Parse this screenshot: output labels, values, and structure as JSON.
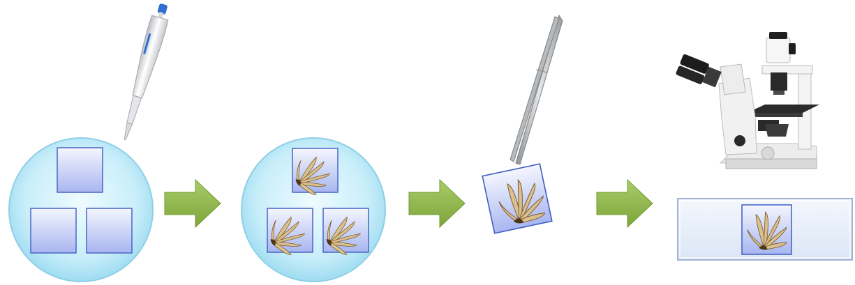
{
  "colors": {
    "dish_fill_light": "#eaf8fd",
    "dish_fill_dark": "#a9e1f3",
    "dish_stroke": "#7cc3dd",
    "square_fill_light": "#eef1fd",
    "square_fill_dark": "#a9b6f1",
    "square_stroke": "#3f5cc2",
    "arrow_light": "#9cc25c",
    "arrow_dark": "#6f9a31",
    "slide_fill": "#e6eef9",
    "slide_stroke": "#9fb2d0",
    "specimen": "#d8bf8c",
    "specimen_dark": "#7a5a2a",
    "metal": "#c4c6c8",
    "pipette_blue": "#2e6fd1",
    "microscope_white": "#f1f1f1",
    "microscope_dark": "#1e1e1e"
  },
  "steps": [
    {
      "name": "petri-dish-empty-squares",
      "icon": "pipette-icon"
    },
    {
      "name": "petri-dish-with-specimens",
      "icon": "specimen-icon"
    },
    {
      "name": "specimen-transfer",
      "icon": "tweezers-icon"
    },
    {
      "name": "microscope-observation",
      "icon": "microscope-icon"
    }
  ],
  "arrows": [
    "arrow-right-icon",
    "arrow-right-icon",
    "arrow-right-icon"
  ]
}
